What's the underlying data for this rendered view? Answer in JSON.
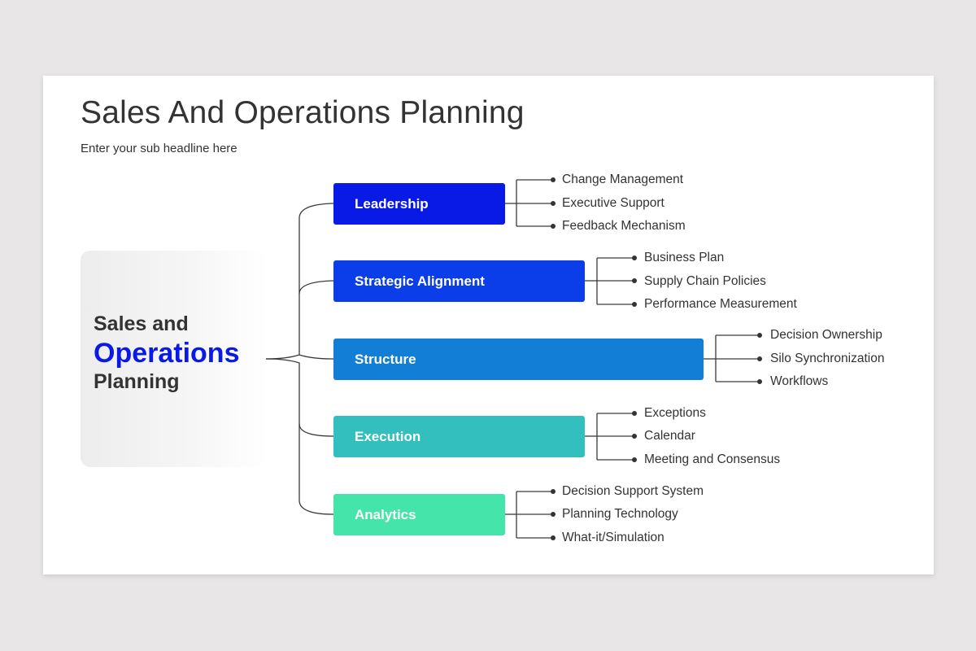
{
  "slide": {
    "title": "Sales And Operations Planning",
    "subtitle": "Enter your sub headline here"
  },
  "center": {
    "line1": "Sales and",
    "line2": "Operations",
    "line3": "Planning",
    "accent_color": "#0a1ae6"
  },
  "branches": [
    {
      "label": "Leadership",
      "color": "#0a1ae6",
      "items": [
        "Change Management",
        "Executive Support",
        "Feedback Mechanism"
      ]
    },
    {
      "label": "Strategic Alignment",
      "color": "#0b3de8",
      "items": [
        "Business Plan",
        "Supply Chain Policies",
        "Performance Measurement"
      ]
    },
    {
      "label": "Structure",
      "color": "#137ed6",
      "items": [
        "Decision Ownership",
        "Silo Synchronization",
        "Workflows"
      ]
    },
    {
      "label": "Execution",
      "color": "#33bfbd",
      "items": [
        "Exceptions",
        "Calendar",
        "Meeting and Consensus"
      ]
    },
    {
      "label": "Analytics",
      "color": "#45e4aa",
      "items": [
        "Decision Support System",
        "Planning Technology",
        "What-it/Simulation"
      ]
    }
  ]
}
